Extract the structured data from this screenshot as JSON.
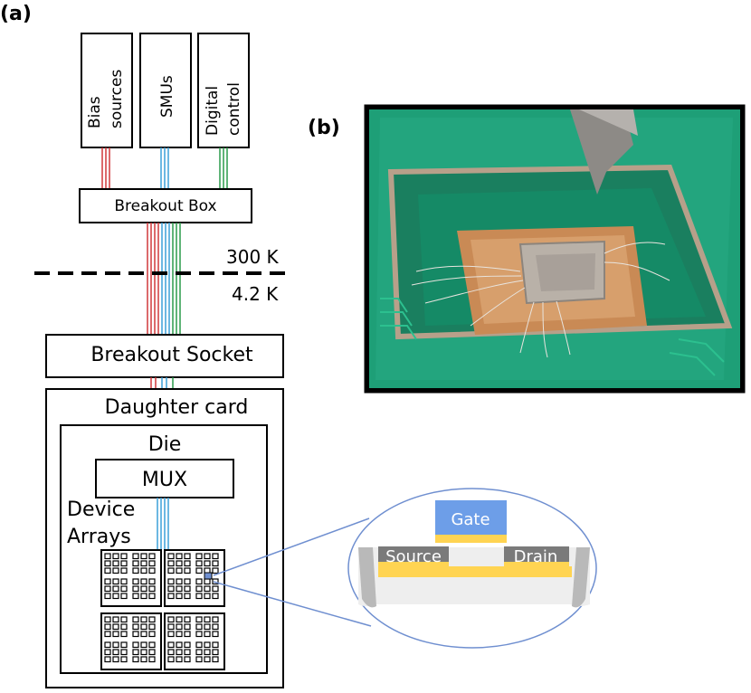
{
  "panel_labels": {
    "a": "(a)",
    "b": "(b)"
  },
  "instruments": [
    {
      "line1": "Bias",
      "line2": "sources",
      "color": "#d0393b"
    },
    {
      "line1": "SMUs",
      "line2": "",
      "color": "#3aa0d8"
    },
    {
      "line1": "Digital",
      "line2": "control",
      "color": "#2a9a4a"
    }
  ],
  "breakout_box": "Breakout Box",
  "temperature": {
    "upper": "300 K",
    "lower": "4.2 K"
  },
  "breakout_socket": "Breakout Socket",
  "daughter_card": "Daughter card",
  "die": "Die",
  "mux": "MUX",
  "device_arrays": {
    "line1": "Device",
    "line2": "Arrays"
  },
  "device_cross_section": {
    "gate": "Gate",
    "source": "Source",
    "drain": "Drain",
    "colors": {
      "gate": "#6d9ee8",
      "metal": "#ffd452",
      "contact": "#7a7a7a",
      "substrate": "#eeeeee",
      "outline": "#6f8fd0"
    }
  }
}
